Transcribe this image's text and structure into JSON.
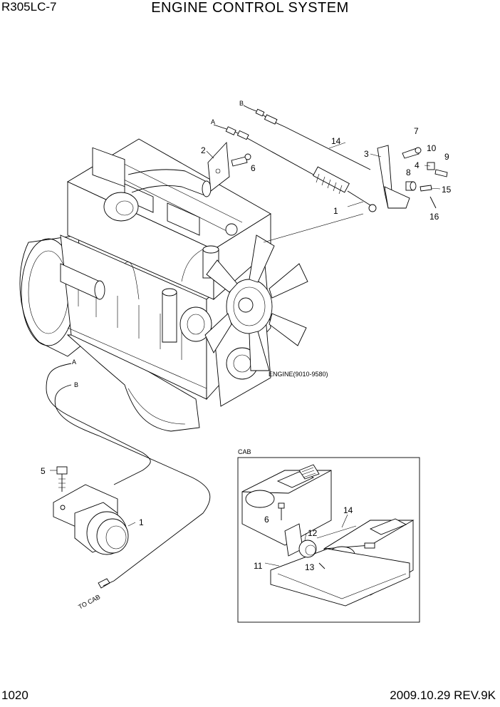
{
  "header": {
    "model": "R305LC-7",
    "title": "ENGINE CONTROL SYSTEM"
  },
  "footer": {
    "page": "1020",
    "revision": "2009.10.29  REV.9K"
  },
  "labels": {
    "engine": "ENGINE(9010-9580)",
    "cab": "CAB",
    "to_cab": "TO CAB",
    "cable_a": "A",
    "cable_b": "B"
  },
  "callouts": {
    "c1_top": "1",
    "c2": "2",
    "c3": "3",
    "c4": "4",
    "c6_top": "6",
    "c7": "7",
    "c8": "8",
    "c9": "9",
    "c10": "10",
    "c14_top": "14",
    "c15": "15",
    "c16": "16",
    "c5": "5",
    "c1_bottom": "1",
    "c6_cab": "6",
    "c11": "11",
    "c12": "12",
    "c13": "13",
    "c14_cab": "14"
  }
}
